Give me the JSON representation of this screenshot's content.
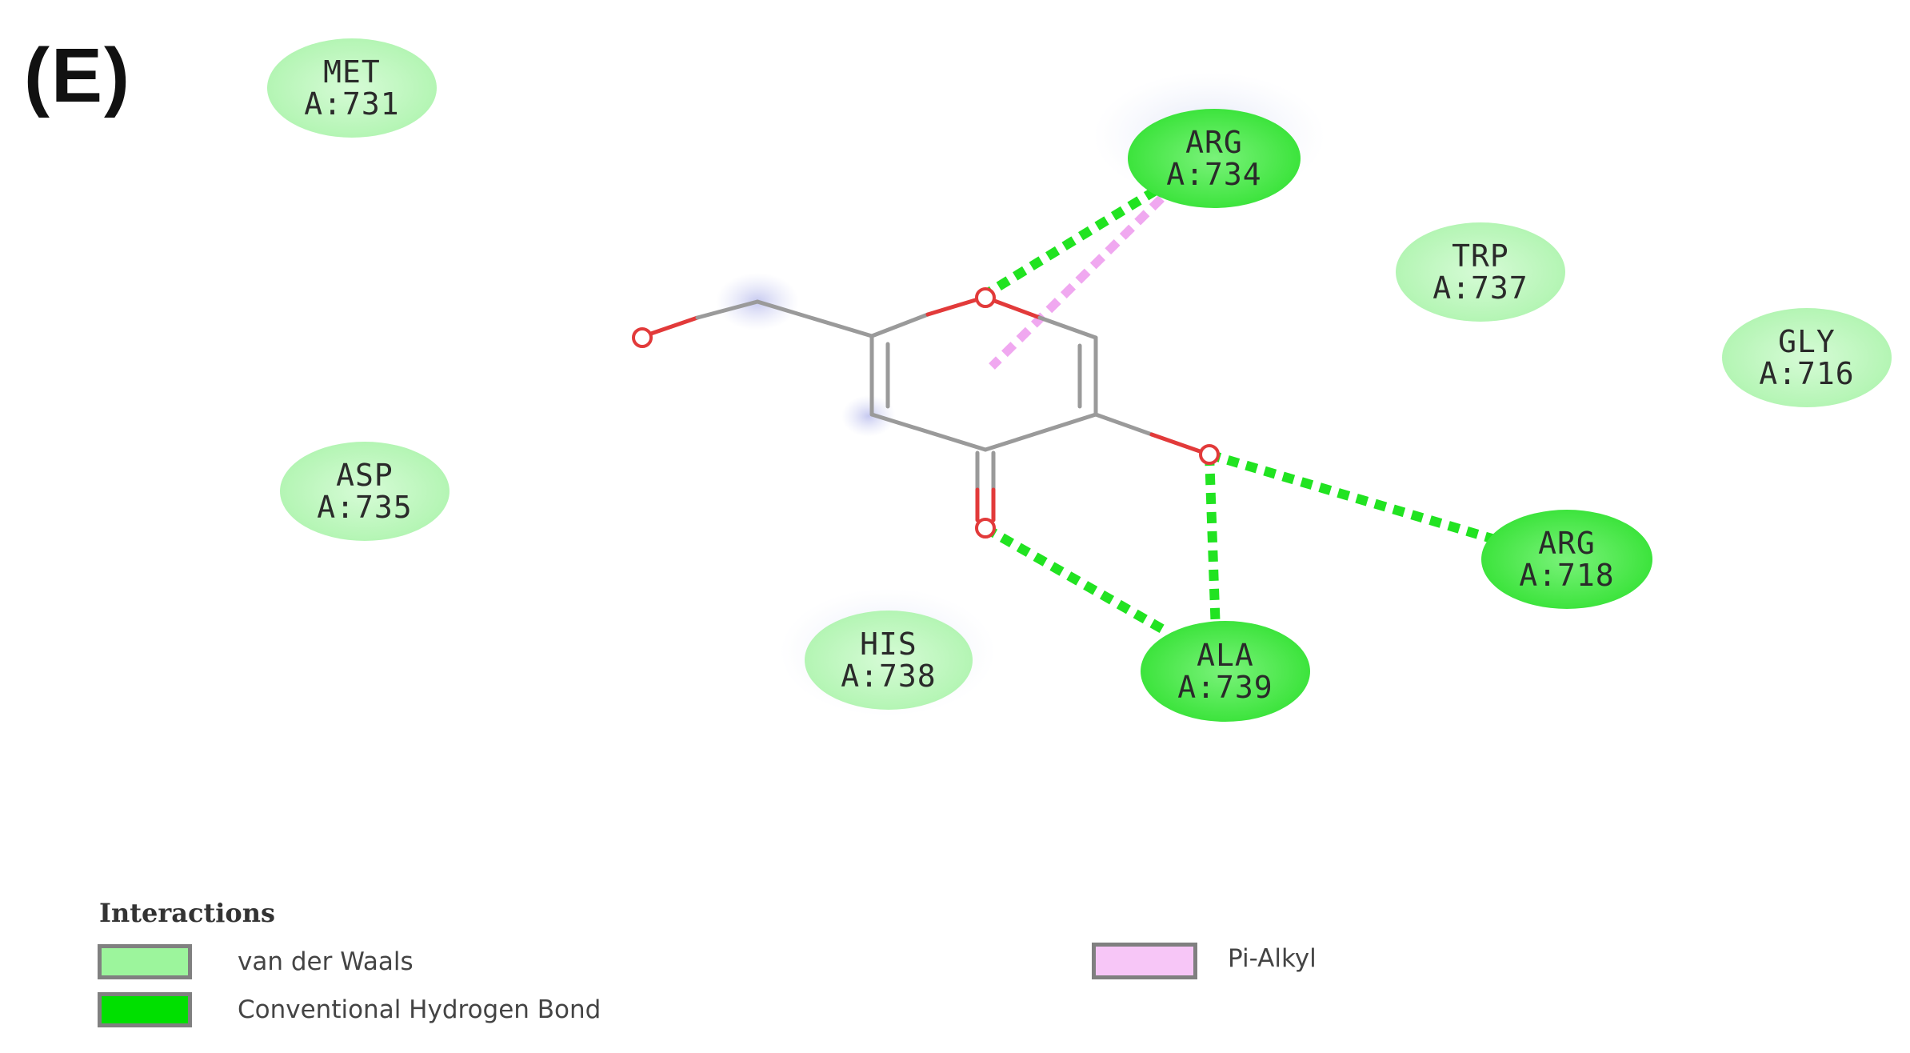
{
  "figure": {
    "panel_label": "(E)"
  },
  "residues": [
    {
      "id": "met731",
      "name": "MET",
      "chain_id": "A:731",
      "interaction": "van der Waals"
    },
    {
      "id": "arg734",
      "name": "ARG",
      "chain_id": "A:734",
      "interaction": "Conventional Hydrogen Bond"
    },
    {
      "id": "trp737",
      "name": "TRP",
      "chain_id": "A:737",
      "interaction": "van der Waals"
    },
    {
      "id": "gly716",
      "name": "GLY",
      "chain_id": "A:716",
      "interaction": "van der Waals"
    },
    {
      "id": "asp735",
      "name": "ASP",
      "chain_id": "A:735",
      "interaction": "van der Waals"
    },
    {
      "id": "arg718",
      "name": "ARG",
      "chain_id": "A:718",
      "interaction": "Conventional Hydrogen Bond"
    },
    {
      "id": "his738",
      "name": "HIS",
      "chain_id": "A:738",
      "interaction": "van der Waals"
    },
    {
      "id": "ala739",
      "name": "ALA",
      "chain_id": "A:739",
      "interaction": "Conventional Hydrogen Bond"
    }
  ],
  "ligand_atoms": [
    {
      "id": "o1",
      "element": "O"
    },
    {
      "id": "o2",
      "element": "O"
    },
    {
      "id": "o3",
      "element": "O"
    },
    {
      "id": "o4",
      "element": "O"
    }
  ],
  "interaction_lines": [
    {
      "residue": "arg734",
      "type": "Conventional Hydrogen Bond",
      "atom": "ring oxygen"
    },
    {
      "residue": "arg734",
      "type": "Pi-Alkyl",
      "atom": "pyranone ring"
    },
    {
      "residue": "arg718",
      "type": "Conventional Hydrogen Bond",
      "atom": "hydroxyl oxygen"
    },
    {
      "residue": "ala739",
      "type": "Conventional Hydrogen Bond",
      "atom": "hydroxyl oxygen"
    },
    {
      "residue": "ala739",
      "type": "Conventional Hydrogen Bond",
      "atom": "carbonyl oxygen"
    }
  ],
  "legend": {
    "title": "Interactions",
    "items": [
      {
        "label": "van der Waals",
        "color": "#9cf59c"
      },
      {
        "label": "Conventional Hydrogen Bond",
        "color": "#00e000"
      },
      {
        "label": "Pi-Alkyl",
        "color": "#f2b4f2"
      }
    ]
  },
  "colors": {
    "van_der_waals": "#b3f7b3",
    "hydrogen_bond": "#2fe22f",
    "pi_alkyl": "#f0a8f0",
    "bond_line": "#9a9a9a",
    "oxygen": "#e83030"
  }
}
